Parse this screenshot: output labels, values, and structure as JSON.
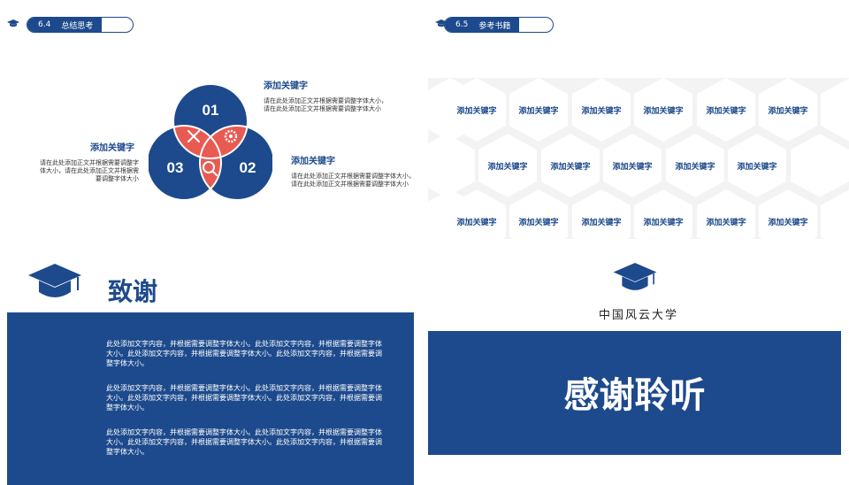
{
  "slide1": {
    "tag_num": "6.4",
    "tag_title": "总结思考",
    "venn": {
      "labels": [
        "01",
        "02",
        "03"
      ],
      "colors": {
        "circle": "#1d4a8c",
        "overlap": "#e85b52"
      }
    },
    "items": [
      {
        "title": "添加关键字",
        "body": "请在此处添加正文并根据需要调整字体大小，请在此处添加正文并根据需要调整字体大小"
      },
      {
        "title": "添加关键字",
        "body": "请在此处添加正文并根据需要调整字体大小，请在此处添加正文并根据需要调整字体大小"
      },
      {
        "title": "添加关键字",
        "body": "请在此处添加正文并根据需要调整字体大小，请在此处添加正文并根据需要调整字体大小"
      }
    ]
  },
  "slide2": {
    "tag_num": "6.5",
    "tag_title": "参考书籍",
    "hex_label": "添加关键字"
  },
  "slide3": {
    "title": "致谢",
    "paragraphs": [
      "此处添加文字内容，并根据需要调整字体大小。此处添加文字内容，并根据需要调整字体大小。此处添加文字内容，并根据需要调整字体大小。此处添加文字内容，并根据需要调整字体大小。",
      "此处添加文字内容，并根据需要调整字体大小。此处添加文字内容，并根据需要调整字体大小。此处添加文字内容，并根据需要调整字体大小。此处添加文字内容，并根据需要调整字体大小。",
      "此处添加文字内容，并根据需要调整字体大小。此处添加文字内容，并根据需要调整字体大小。此处添加文字内容，并根据需要调整字体大小。此处添加文字内容，并根据需要调整字体大小。"
    ]
  },
  "slide4": {
    "university": "中国风云大学",
    "thanks": "感谢聆听"
  },
  "colors": {
    "brand": "#1d4a8c",
    "accent": "#e85b52"
  }
}
